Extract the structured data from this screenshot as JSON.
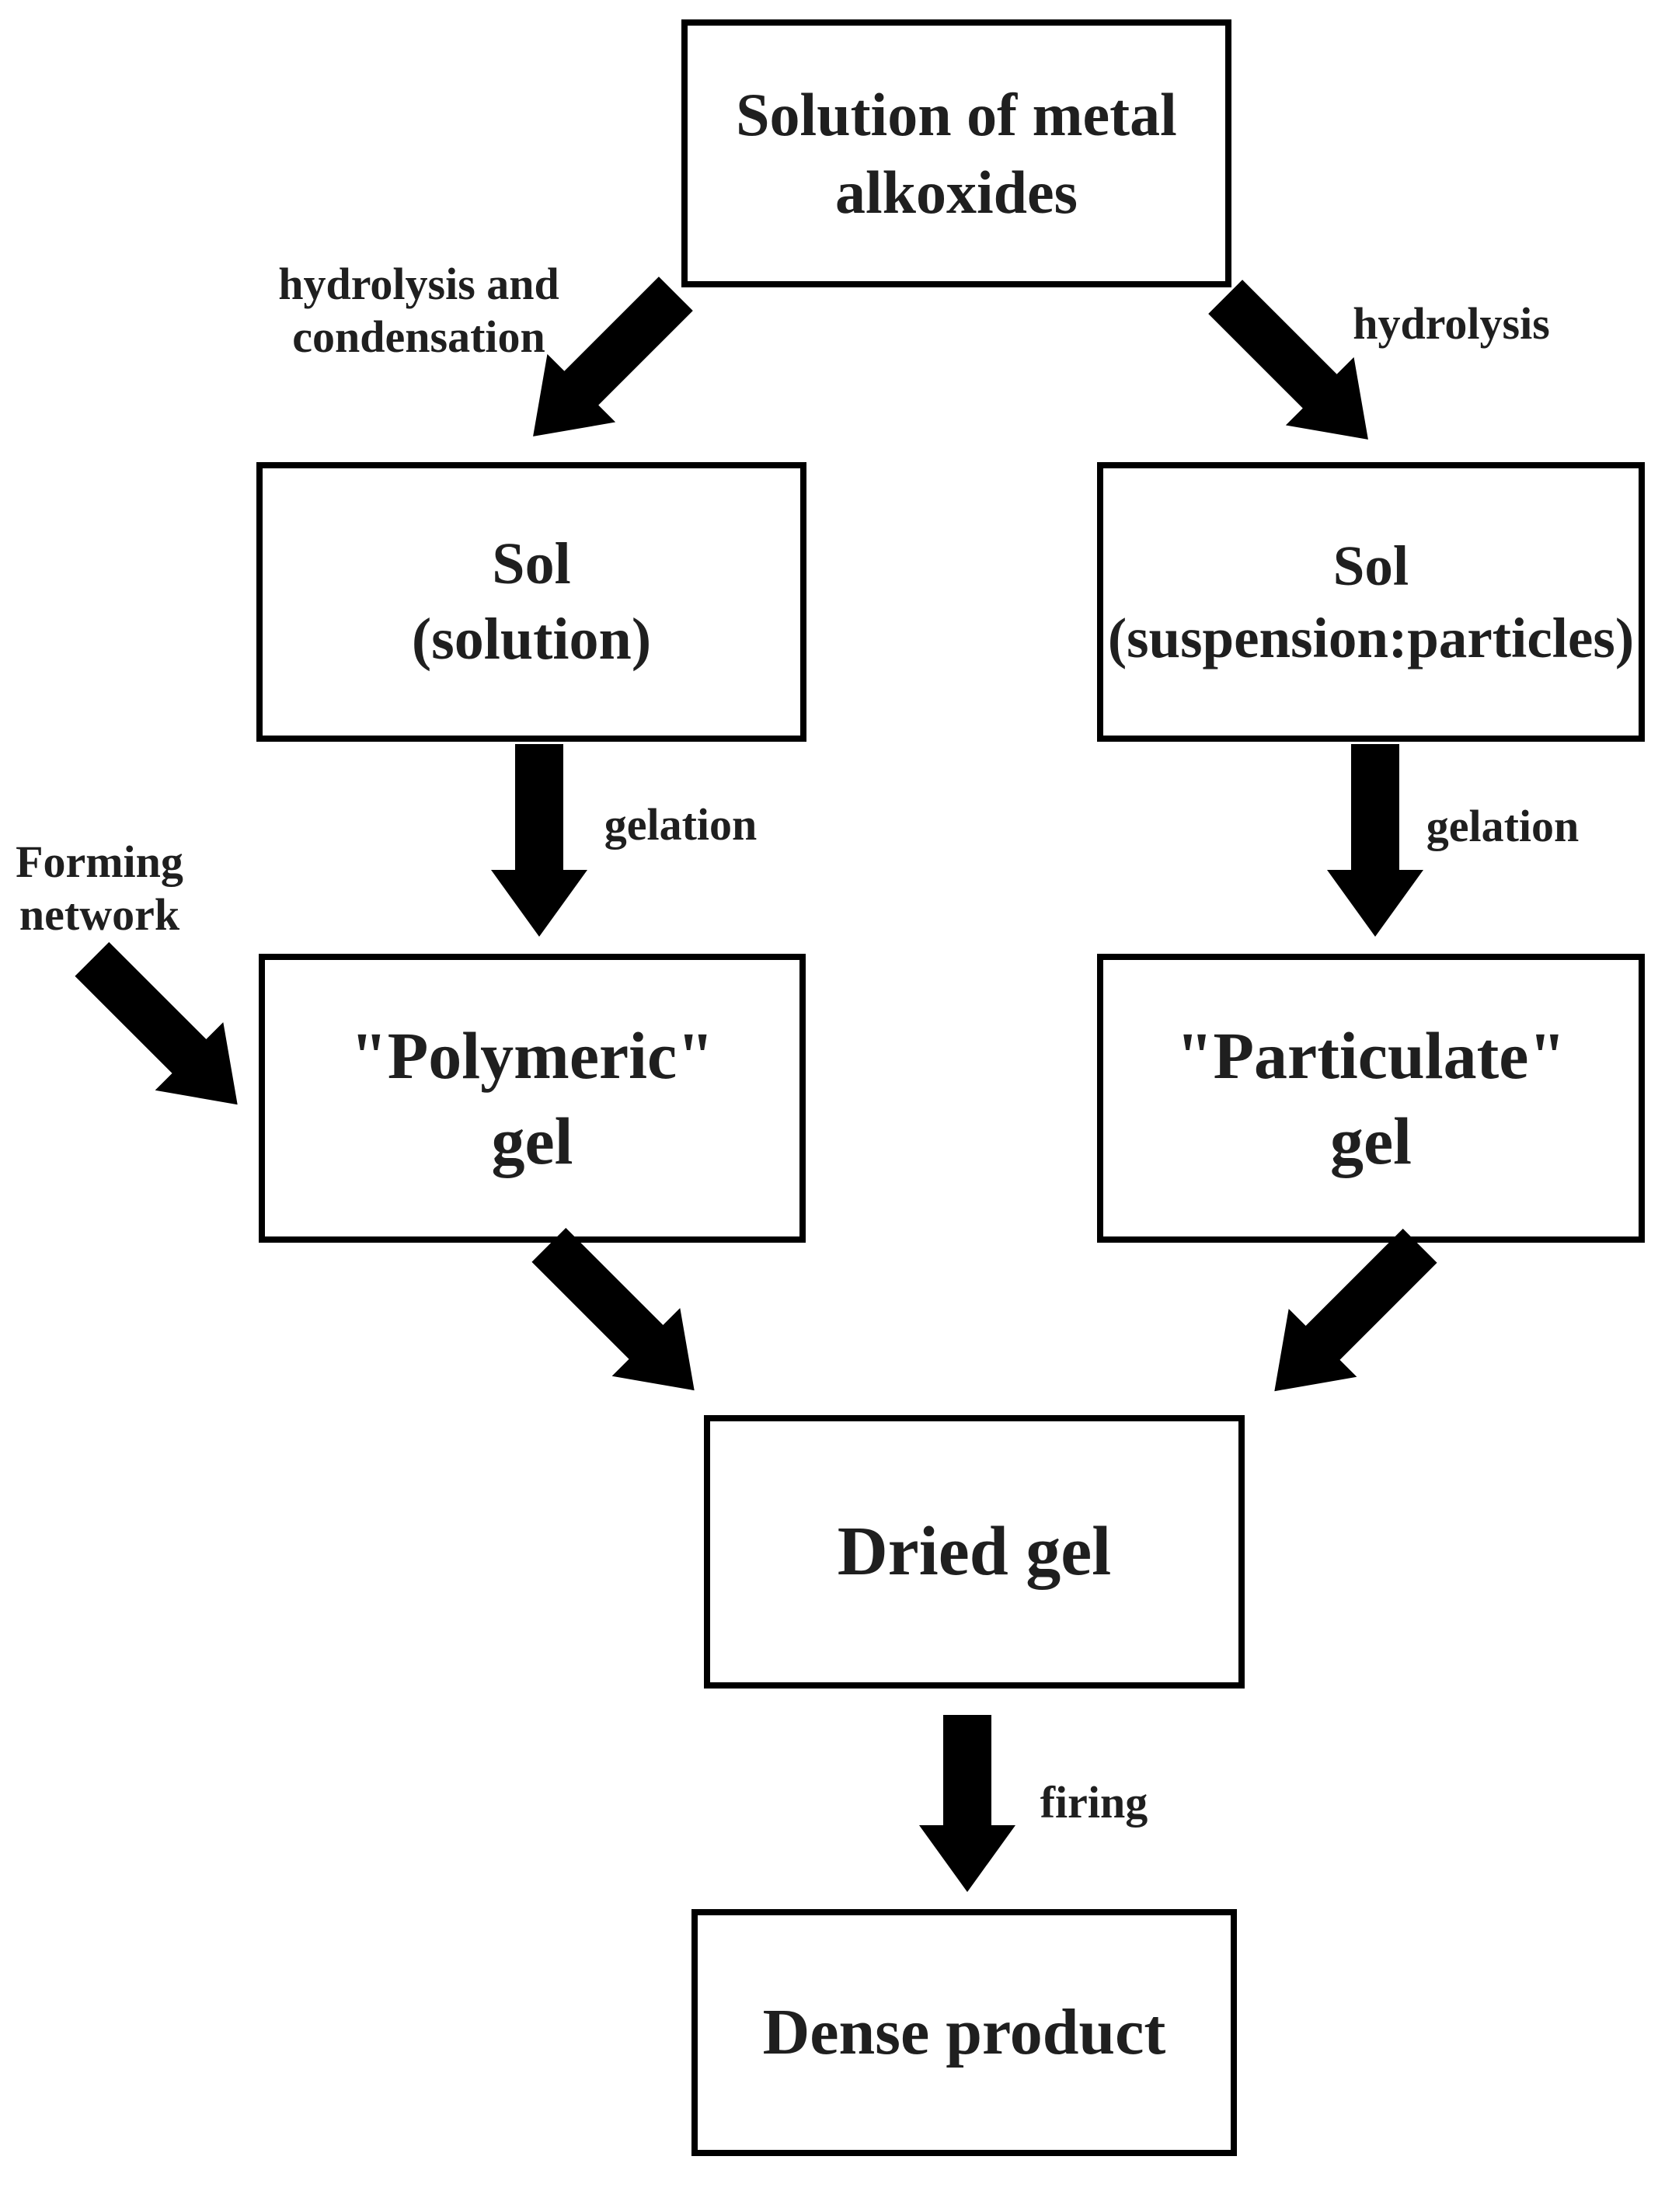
{
  "diagram": {
    "colors": {
      "background": "#ffffff",
      "line": "#000000",
      "text": "#1f1f1f"
    },
    "nodes": {
      "solution": {
        "line1": "Solution of metal",
        "line2": "alkoxides"
      },
      "sol_solution": {
        "line1": "Sol",
        "line2": "(solution)"
      },
      "sol_suspension": {
        "line1": "Sol",
        "line2": "(suspension:particles)"
      },
      "polymeric": {
        "line1": "\"Polymeric\"",
        "line2": "gel"
      },
      "particulate": {
        "line1": "\"Particulate\"",
        "line2": "gel"
      },
      "dried": {
        "line1": "Dried gel"
      },
      "dense": {
        "line1": "Dense product"
      }
    },
    "labels": {
      "hydrolysis_condensation_line1": "hydrolysis and",
      "hydrolysis_condensation_line2": "condensation",
      "hydrolysis": "hydrolysis",
      "gelation_left": "gelation",
      "gelation_right": "gelation",
      "forming_network_line1": "Forming",
      "forming_network_line2": "network",
      "firing": "firing"
    },
    "arrows": [
      {
        "name": "hydrolysis-condensation-arrow",
        "from": "solution",
        "to": "sol_solution",
        "direction": "down-left",
        "label": "hydrolysis and condensation"
      },
      {
        "name": "hydrolysis-arrow",
        "from": "solution",
        "to": "sol_suspension",
        "direction": "down-right",
        "label": "hydrolysis"
      },
      {
        "name": "gelation-left-arrow",
        "from": "sol_solution",
        "to": "polymeric",
        "direction": "down",
        "label": "gelation"
      },
      {
        "name": "gelation-right-arrow",
        "from": "sol_suspension",
        "to": "particulate",
        "direction": "down",
        "label": "gelation"
      },
      {
        "name": "forming-network-arrow",
        "from": "forming-network-label",
        "to": "polymeric",
        "direction": "down-right",
        "label": "Forming network"
      },
      {
        "name": "polymeric-to-dried-arrow",
        "from": "polymeric",
        "to": "dried",
        "direction": "down-right",
        "label": ""
      },
      {
        "name": "particulate-to-dried-arrow",
        "from": "particulate",
        "to": "dried",
        "direction": "down-left",
        "label": ""
      },
      {
        "name": "firing-arrow",
        "from": "dried",
        "to": "dense",
        "direction": "down",
        "label": "firing"
      }
    ]
  }
}
